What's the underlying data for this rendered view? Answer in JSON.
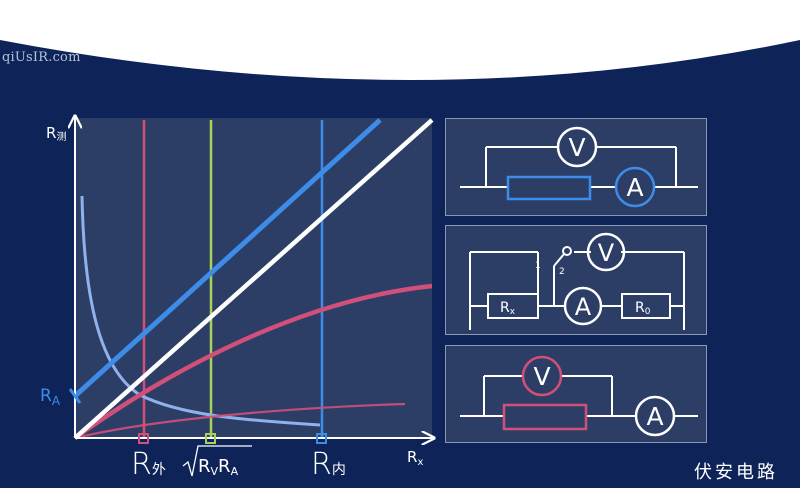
{
  "watermark": "qiUsIR.com",
  "footer_title": "伏安电路",
  "axis": {
    "y_label": "R",
    "y_sub": "测",
    "x_label": "R",
    "x_sub": "x"
  },
  "markers": {
    "ra_label": "R",
    "ra_sub": "A",
    "r_outer_label": "R",
    "r_outer_sub": "外",
    "sqrt_expr_r1": "R",
    "sqrt_expr_s1": "V",
    "sqrt_expr_r2": "R",
    "sqrt_expr_s2": "A",
    "r_inner_label": "R",
    "r_inner_sub": "内"
  },
  "circuits": {
    "top": {
      "meter1": "V",
      "meter2": "A"
    },
    "middle": {
      "meter_v": "V",
      "meter_a": "A",
      "rx_label": "R",
      "rx_sub": "x",
      "r0_label": "R",
      "r0_sub": "0",
      "switch_pos1": "1",
      "switch_pos2": "2"
    },
    "bottom": {
      "meter_v": "V",
      "meter_a": "A"
    }
  },
  "colors": {
    "background": "#0e2358",
    "plot_bg": "#2d3e66",
    "blue": "#3d8ce8",
    "white": "#ffffff",
    "pink": "#d0507a",
    "green": "#a8d05a",
    "light_blue": "#8fb2ec"
  }
}
